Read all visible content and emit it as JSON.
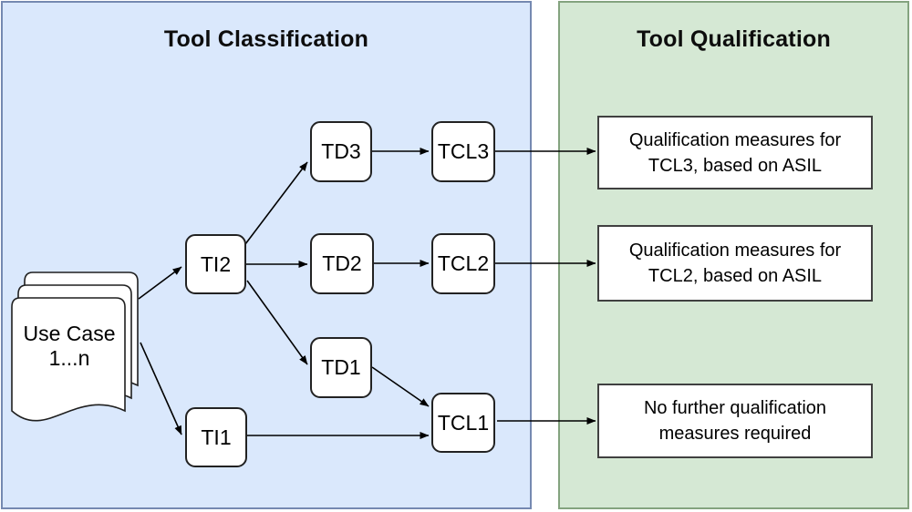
{
  "panels": {
    "classification": {
      "title": "Tool Classification",
      "fill": "#dae8fc",
      "border": "#7589b1"
    },
    "qualification": {
      "title": "Tool Qualification",
      "fill": "#d5e8d4",
      "border": "#84a37f"
    }
  },
  "source_document": {
    "line1": "Use Case",
    "line2": "1...n"
  },
  "nodes": {
    "td3": {
      "label": "TD3"
    },
    "tcl3": {
      "label": "TCL3"
    },
    "ti2": {
      "label": "TI2"
    },
    "td2": {
      "label": "TD2"
    },
    "tcl2": {
      "label": "TCL2"
    },
    "td1": {
      "label": "TD1"
    },
    "ti1": {
      "label": "TI1"
    },
    "tcl1": {
      "label": "TCL1"
    }
  },
  "qual_boxes": {
    "tcl3": {
      "line1": "Qualification measures for",
      "line2": "TCL3, based on ASIL"
    },
    "tcl2": {
      "line1": "Qualification measures for",
      "line2": "TCL2, based on ASIL"
    },
    "tcl1": {
      "line1": "No further qualification",
      "line2": "measures required"
    }
  },
  "edges": [
    {
      "from": "use-case",
      "to": "TI2"
    },
    {
      "from": "use-case",
      "to": "TI1"
    },
    {
      "from": "TI2",
      "to": "TD3"
    },
    {
      "from": "TI2",
      "to": "TD2"
    },
    {
      "from": "TI2",
      "to": "TD1"
    },
    {
      "from": "TD3",
      "to": "TCL3"
    },
    {
      "from": "TD2",
      "to": "TCL2"
    },
    {
      "from": "TD1",
      "to": "TCL1"
    },
    {
      "from": "TI1",
      "to": "TCL1"
    },
    {
      "from": "TCL3",
      "to": "qualification-measures-tcl3"
    },
    {
      "from": "TCL2",
      "to": "qualification-measures-tcl2"
    },
    {
      "from": "TCL1",
      "to": "no-further-measures"
    }
  ],
  "colors": {
    "node_fill": "#ffffff",
    "node_border": "#222222",
    "arrow": "#000000"
  }
}
